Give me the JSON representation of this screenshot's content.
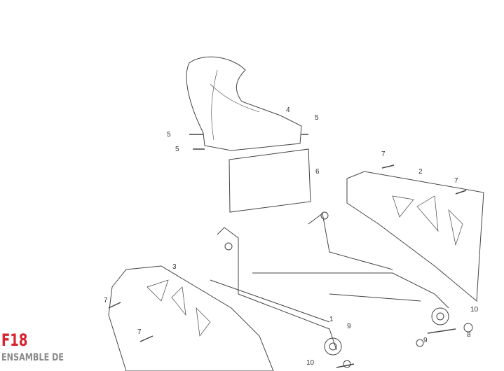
{
  "section": {
    "code": "F18",
    "title": "ENSAMBLE DE"
  },
  "callouts": [
    "4",
    "5",
    "5",
    "5",
    "6",
    "7",
    "2",
    "7",
    "3",
    "7",
    "7",
    "1",
    "10",
    "8",
    "9",
    "9",
    "10"
  ],
  "colors": {
    "accent": "#d8222e",
    "title": "#8a8a8a",
    "line": "#444444"
  }
}
